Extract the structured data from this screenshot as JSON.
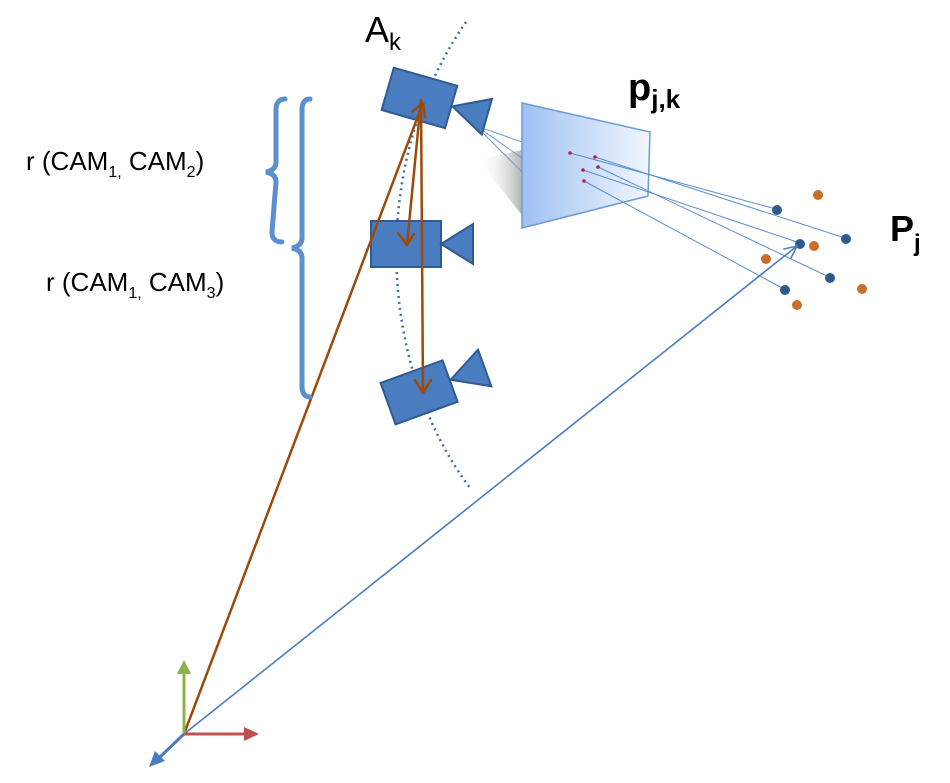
{
  "labels": {
    "camera_pose": {
      "main": "A",
      "sub": "k"
    },
    "image_point": {
      "main": "p",
      "sub": "j,k"
    },
    "world_point": {
      "main": "P",
      "sub": "j"
    },
    "baseline_12": {
      "prefix": "r (CAM",
      "sub1": "1,",
      "mid": " CAM",
      "sub2": "2",
      "suffix": ")"
    },
    "baseline_13": {
      "prefix": "r (CAM",
      "sub1": "1,",
      "mid": " CAM",
      "sub2": "3",
      "suffix": ")"
    }
  },
  "colors": {
    "camera_fill": "#4a7cc0",
    "camera_stroke": "#2f5a94",
    "brace": "#5b8fd0",
    "arc": "#3c6ea8",
    "ray": "#5b8fd0",
    "vector_brown": "#9c4a0a",
    "world_vector": "#4a7cc0",
    "point_blue": "#2f5a8c",
    "point_orange": "#c8702a",
    "image_dot": "#b02050",
    "axis_x": "#c0504d",
    "axis_y": "#8cb34a",
    "axis_z": "#4a7cc0"
  }
}
